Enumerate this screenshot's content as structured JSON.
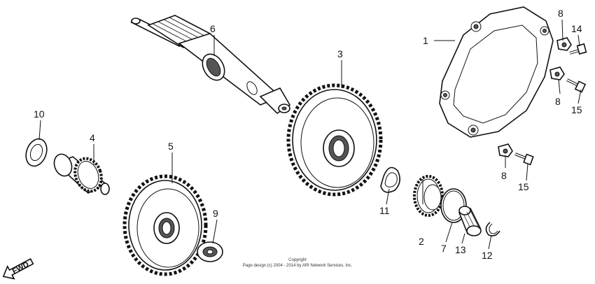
{
  "callouts": [
    {
      "id": "c1",
      "label": "1"
    },
    {
      "id": "c2",
      "label": "2"
    },
    {
      "id": "c3",
      "label": "3"
    },
    {
      "id": "c4",
      "label": "4"
    },
    {
      "id": "c5",
      "label": "5"
    },
    {
      "id": "c6",
      "label": "6"
    },
    {
      "id": "c7",
      "label": "7"
    },
    {
      "id": "c8a",
      "label": "8"
    },
    {
      "id": "c8b",
      "label": "8"
    },
    {
      "id": "c8c",
      "label": "8"
    },
    {
      "id": "c9",
      "label": "9"
    },
    {
      "id": "c10",
      "label": "10"
    },
    {
      "id": "c11",
      "label": "11"
    },
    {
      "id": "c12",
      "label": "12"
    },
    {
      "id": "c13",
      "label": "13"
    },
    {
      "id": "c14",
      "label": "14"
    },
    {
      "id": "c15a",
      "label": "15"
    },
    {
      "id": "c15b",
      "label": "15"
    }
  ],
  "direction_label": "FWD",
  "copyright": {
    "line1": "Copyright",
    "line2": "Page design (c) 2004 - 2014 by ARI Network Services, Inc."
  }
}
